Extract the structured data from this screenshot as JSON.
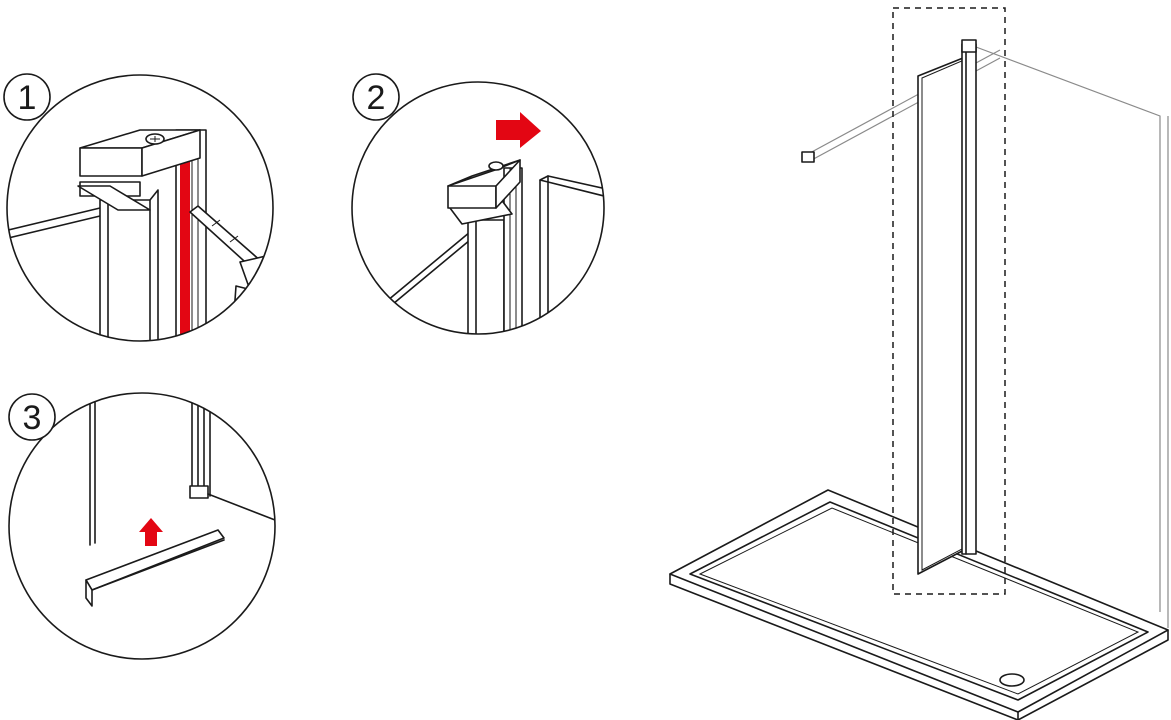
{
  "diagram": {
    "steps": [
      {
        "number": "1"
      },
      {
        "number": "2"
      },
      {
        "number": "3"
      }
    ],
    "colors": {
      "accent": "#e30613",
      "line": "#1a1a1a",
      "frame": "#8a8a8a"
    }
  }
}
